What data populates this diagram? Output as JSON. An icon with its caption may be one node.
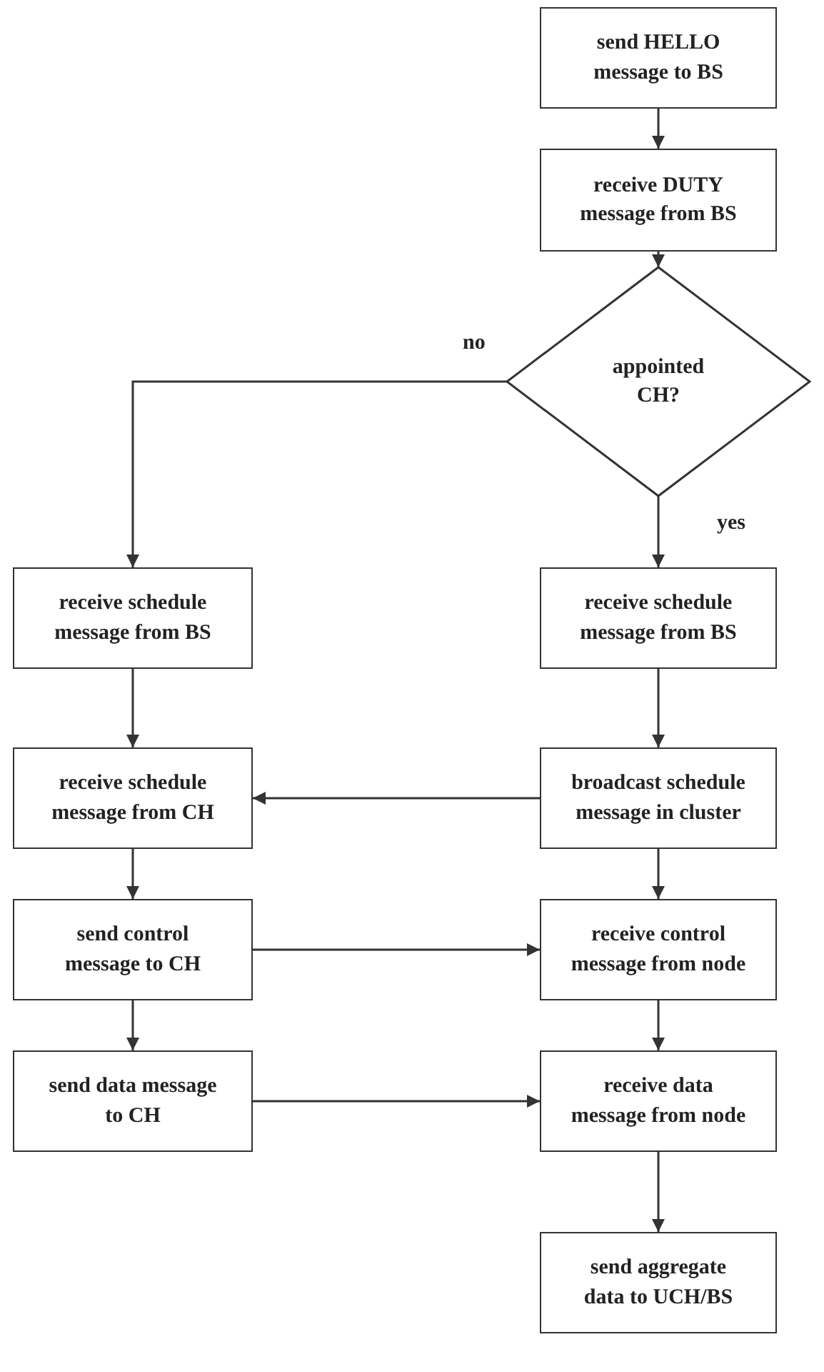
{
  "diagram": {
    "nodes": [
      {
        "text": [
          "send HELLO message to BS"
        ]
      },
      {
        "text": [
          "receive DUTY message from BS"
        ]
      },
      {
        "text": [
          "appointed CH?"
        ]
      },
      {
        "text": [
          "receive schedule message from BS"
        ]
      },
      {
        "text": [
          "receive schedule message from BS"
        ]
      },
      {
        "text": [
          "receive schedule message from CH"
        ]
      },
      {
        "text": [
          "broadcast schedule message in cluster"
        ]
      },
      {
        "text": [
          "send control message to CH"
        ]
      },
      {
        "text": [
          "receive control message from node"
        ]
      },
      {
        "text": [
          "send data message to CH"
        ]
      },
      {
        "text": [
          "receive data message from node"
        ]
      },
      {
        "text": [
          "send aggregate data to UCH/BS"
        ]
      }
    ],
    "edges": [
      {
        "from": 0,
        "to": 1,
        "arrow": "to"
      },
      {
        "from": 1,
        "to": 2,
        "arrow": "to"
      },
      {
        "from": 2,
        "to": 3,
        "arrow": "to",
        "label": "no"
      },
      {
        "from": 2,
        "to": 4,
        "arrow": "to",
        "label": "yes"
      },
      {
        "from": 3,
        "to": 5,
        "arrow": "to"
      },
      {
        "from": 4,
        "to": 6,
        "arrow": "to"
      },
      {
        "from": 6,
        "to": 5,
        "arrow": "to"
      },
      {
        "from": 5,
        "to": 7,
        "arrow": "to"
      },
      {
        "from": 6,
        "to": 8,
        "arrow": "to"
      },
      {
        "from": 7,
        "to": 8,
        "arrow": "to"
      },
      {
        "from": 7,
        "to": 9,
        "arrow": "to"
      },
      {
        "from": 8,
        "to": 10,
        "arrow": "to"
      },
      {
        "from": 9,
        "to": 10,
        "arrow": "to"
      },
      {
        "from": 10,
        "to": 11,
        "arrow": "to"
      }
    ]
  }
}
